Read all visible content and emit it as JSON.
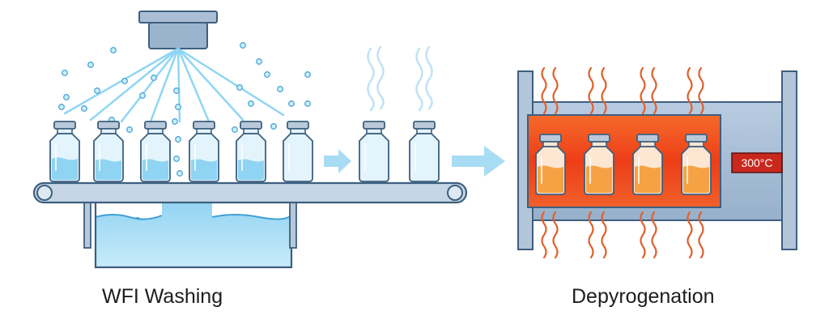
{
  "labels": {
    "washing": "WFI Washing",
    "depyrogenation": "Depyrogenation",
    "temperature": "300°C"
  },
  "icons": [
    "spray-nozzle-icon",
    "conveyor-belt-icon",
    "water-tank-icon",
    "vial-icon",
    "steam-icon",
    "flow-arrow-icon",
    "oven-icon",
    "heat-wave-icon"
  ],
  "colors": {
    "water": "#7cc8ee",
    "glass": "#e4f4fc",
    "outline": "#3d5f7f",
    "oven_body": "#a9bfd6",
    "heat_chamber": "#ee4a20",
    "heat_wave": "#e0602c",
    "arrow": "#9dd6f2",
    "temp_badge": "#c8281e"
  }
}
